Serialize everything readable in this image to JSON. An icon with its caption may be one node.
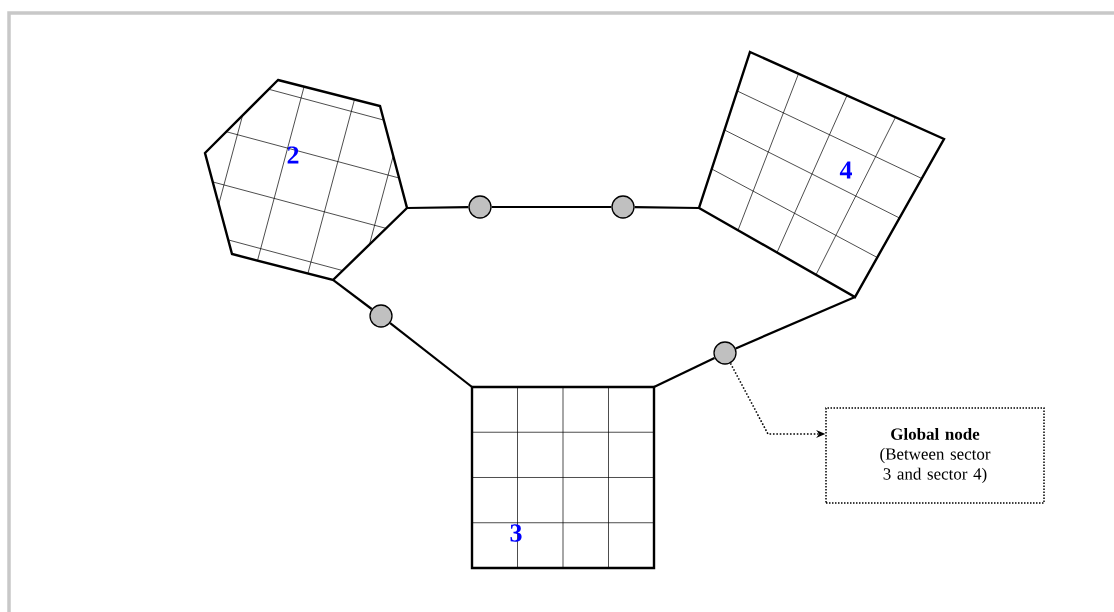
{
  "diagram": {
    "nodes": [
      {
        "text": [
          "2"
        ]
      },
      {
        "text": [
          "4"
        ]
      },
      {
        "text": [
          "3"
        ]
      },
      {
        "text": [],
        "shape": "circle"
      },
      {
        "text": [],
        "shape": "circle"
      },
      {
        "text": [],
        "shape": "circle"
      },
      {
        "text": [],
        "shape": "circle"
      },
      {
        "text": [
          "Global node",
          "(Between sector 3 and sector 4)"
        ]
      }
    ],
    "edges": [
      {
        "from": 0,
        "to": 3,
        "arrow": "none"
      },
      {
        "from": 3,
        "to": 4,
        "arrow": "none"
      },
      {
        "from": 4,
        "to": 1,
        "arrow": "none"
      },
      {
        "from": 0,
        "to": 5,
        "arrow": "none"
      },
      {
        "from": 5,
        "to": 2,
        "arrow": "none"
      },
      {
        "from": 2,
        "to": 6,
        "arrow": "none"
      },
      {
        "from": 6,
        "to": 1,
        "arrow": "none"
      },
      {
        "from": 6,
        "to": 7,
        "arrow": "to",
        "style": "dashed"
      }
    ]
  }
}
